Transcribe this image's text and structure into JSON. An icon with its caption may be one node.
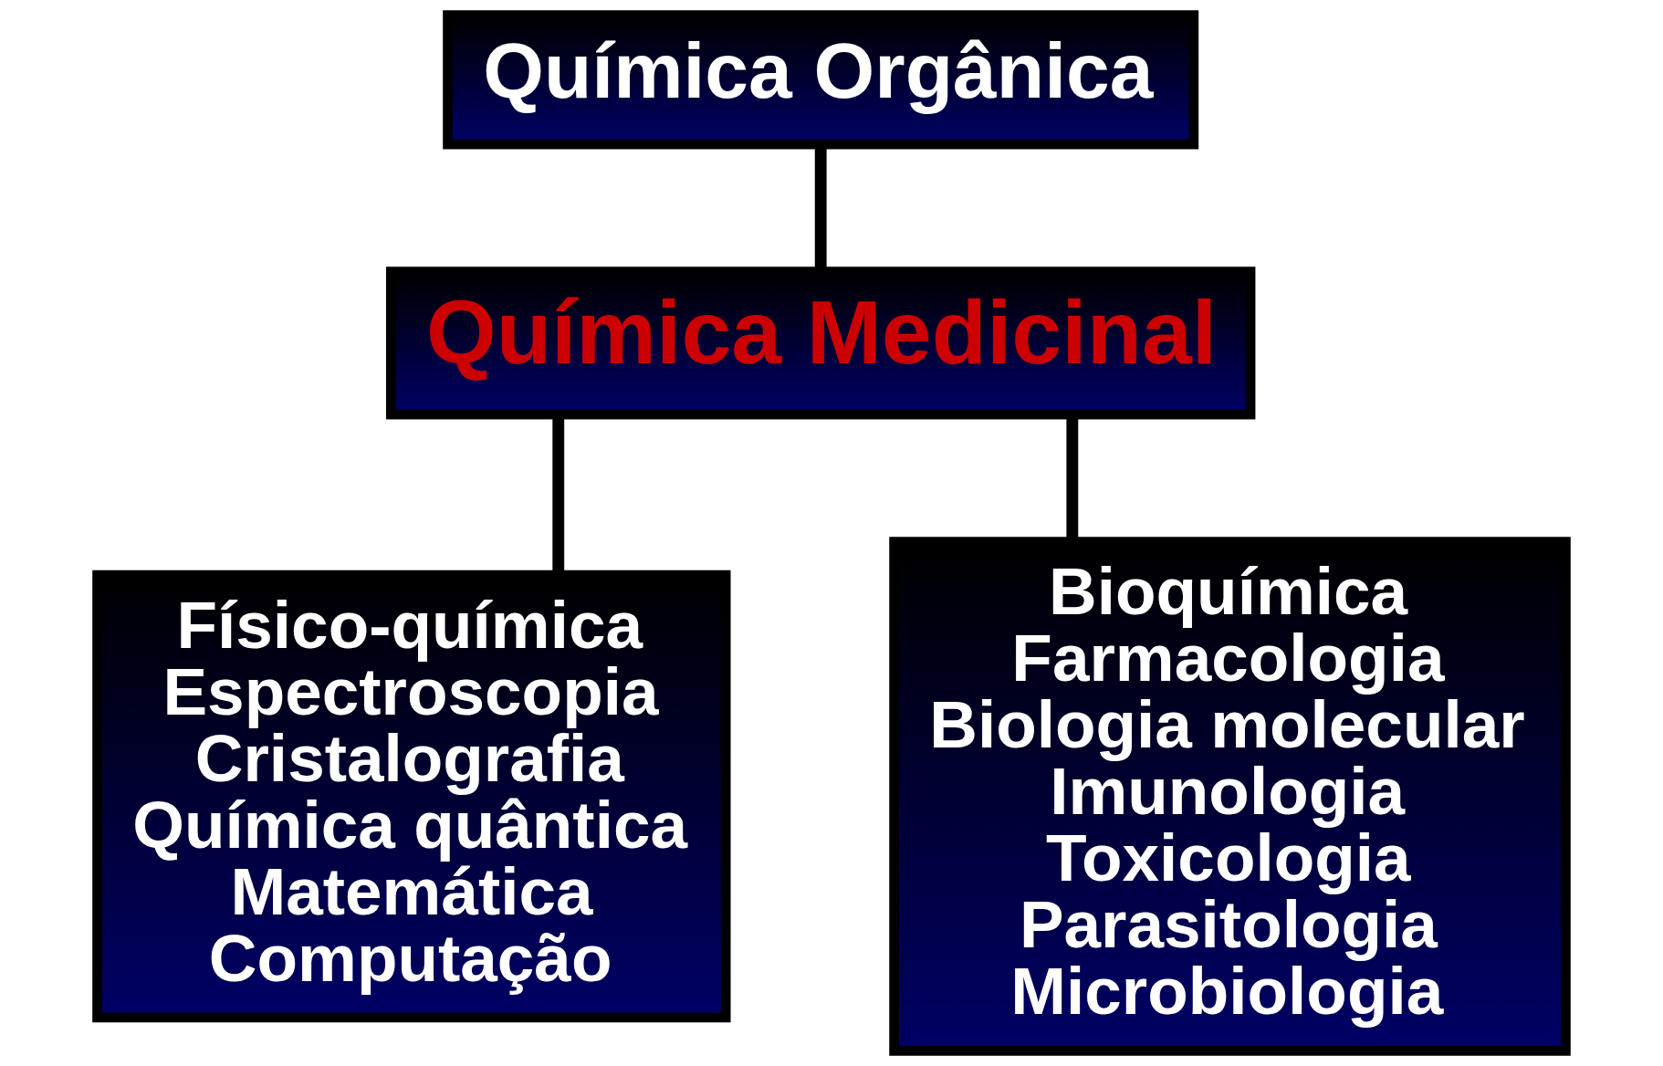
{
  "diagram": {
    "nodes": [
      {
        "text": [
          "Química Orgânica"
        ]
      },
      {
        "text": [
          "Química Medicinal"
        ]
      },
      {
        "text": [
          "Físico-química",
          "Espectroscopia",
          "Cristalografia",
          "Química quântica",
          "Matemática",
          "Computação"
        ]
      },
      {
        "text": [
          "Bioquímica",
          "Farmacologia",
          "Biologia molecular",
          "Imunologia",
          "Toxicologia",
          "Parasitologia",
          "Microbiologia"
        ]
      }
    ],
    "edges": [
      {
        "from": 0,
        "to": 1,
        "arrow": "none"
      },
      {
        "from": 1,
        "to": 2,
        "arrow": "none"
      },
      {
        "from": 1,
        "to": 3,
        "arrow": "none"
      }
    ]
  }
}
